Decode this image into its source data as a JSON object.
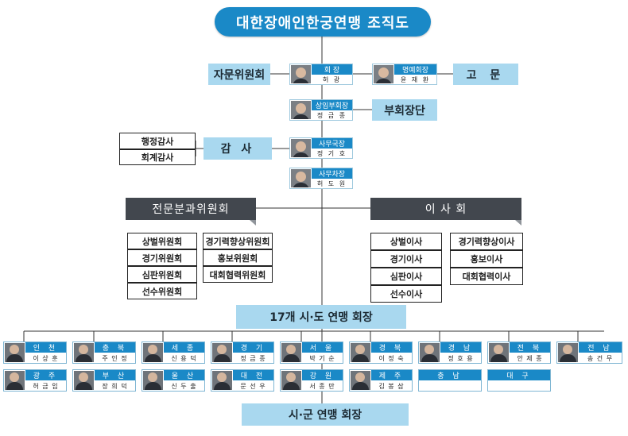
{
  "title": "대한장애인한궁연맹 조직도",
  "executives": {
    "president": {
      "title": "회 장",
      "name": "허 광"
    },
    "honorary_president": {
      "title": "명예회장",
      "name": "윤 재 환"
    },
    "standing_vice_president": {
      "title": "상임부회장",
      "name": "정 금 종"
    },
    "secretary_general": {
      "title": "사무국장",
      "name": "정 기 호"
    },
    "deputy_secretary_general": {
      "title": "사무차장",
      "name": "허 도 원"
    }
  },
  "side_boxes": {
    "advisory_committee": "자문위원회",
    "advisor": "고 문",
    "vice_presidents": "부회장단",
    "auditor": "감 사",
    "admin_audit": "행정감사",
    "accounting_audit": "회계감사"
  },
  "committees": {
    "header": "전문분과위원회",
    "left": [
      "상벌위원회",
      "경기위원회",
      "심판위원회",
      "선수위원회"
    ],
    "right": [
      "경기력향상위원회",
      "홍보위원회",
      "대회협력위원회"
    ]
  },
  "board": {
    "header": "이 사 회",
    "left": [
      "상벌이사",
      "경기이사",
      "심판이사",
      "선수이사"
    ],
    "right": [
      "경기력향상이사",
      "홍보이사",
      "대회협력이사"
    ]
  },
  "regional_header": "17개 시·도 연맹 회장",
  "regions_row1": [
    {
      "region": "인 천",
      "name": "이 상 훈"
    },
    {
      "region": "충 북",
      "name": "주 인 정"
    },
    {
      "region": "세 종",
      "name": "신 용 덕"
    },
    {
      "region": "경 기",
      "name": "정 금 종"
    },
    {
      "region": "서 울",
      "name": "박 기 순"
    },
    {
      "region": "경 북",
      "name": "이 정 숙"
    },
    {
      "region": "경 남",
      "name": "정 호 용"
    },
    {
      "region": "전 북",
      "name": "안 제 종"
    },
    {
      "region": "전 남",
      "name": "송 건 무"
    }
  ],
  "regions_row2": [
    {
      "region": "광 주",
      "name": "허 금 임"
    },
    {
      "region": "부 산",
      "name": "장 희 덕"
    },
    {
      "region": "울 산",
      "name": "신 두 출"
    },
    {
      "region": "대 전",
      "name": "문 선 우"
    },
    {
      "region": "강 원",
      "name": "서 종 만"
    },
    {
      "region": "제 주",
      "name": "김 봉 삼"
    },
    {
      "region": "충 남",
      "name": ""
    },
    {
      "region": "대 구",
      "name": ""
    }
  ],
  "city_header": "시·군 연맹 회장"
}
